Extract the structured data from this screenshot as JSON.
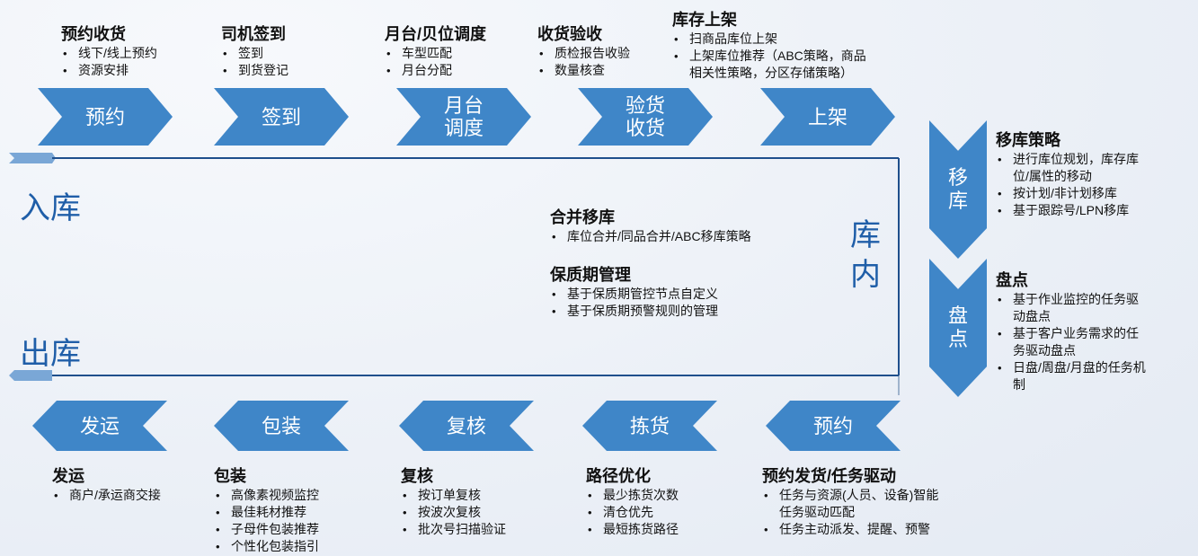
{
  "inbound": {
    "title": "入库",
    "steps": [
      {
        "arrow": "预约",
        "head": "预约收货",
        "items": [
          "线下/线上预约",
          "资源安排"
        ]
      },
      {
        "arrow": "签到",
        "head": "司机签到",
        "items": [
          "签到",
          "到货登记"
        ]
      },
      {
        "arrow": "月台\n调度",
        "head": "月台/贝位调度",
        "items": [
          "车型匹配",
          "月台分配"
        ]
      },
      {
        "arrow": "验货\n收货",
        "head": "收货验收",
        "items": [
          "质检报告收验",
          "数量核查"
        ]
      },
      {
        "arrow": "上架",
        "head": "库存上架",
        "items": [
          "扫商品库位上架",
          "上架库位推荐（ABC策略，商品\n相关性策略，分区存储策略）"
        ]
      }
    ]
  },
  "warehouse": {
    "label": "库\n内",
    "merge": {
      "head": "合并移库",
      "items": [
        "库位合并/同品合并/ABC移库策略"
      ]
    },
    "shelf_life": {
      "head": "保质期管理",
      "items": [
        "基于保质期管控节点自定义",
        "基于保质期预警规则的管理"
      ]
    }
  },
  "side": {
    "move": {
      "arrow": "移\n库",
      "head": "移库策略",
      "items": [
        "进行库位规划，库存库\n位/属性的移动",
        "按计划/非计划移库",
        "基于跟踪号/LPN移库"
      ]
    },
    "count": {
      "arrow": "盘\n点",
      "head": "盘点",
      "items": [
        "基于作业监控的任务驱\n动盘点",
        "基于客户业务需求的任\n务驱动盘点",
        "日盘/周盘/月盘的任务机\n制"
      ]
    }
  },
  "outbound": {
    "title": "出库",
    "steps": [
      {
        "arrow": "发运",
        "head": "发运",
        "items": [
          "商户/承运商交接"
        ]
      },
      {
        "arrow": "包装",
        "head": "包装",
        "items": [
          "高像素视频监控",
          "最佳耗材推荐",
          "子母件包装推荐",
          "个性化包装指引"
        ]
      },
      {
        "arrow": "复核",
        "head": "复核",
        "items": [
          "按订单复核",
          "按波次复核",
          "批次号扫描验证"
        ]
      },
      {
        "arrow": "拣货",
        "head": "路径优化",
        "items": [
          "最少拣货次数",
          "清仓优先",
          "最短拣货路径"
        ]
      },
      {
        "arrow": "预约",
        "head": "预约发货/任务驱动",
        "items": [
          "任务与资源(人员、设备)智能\n任务驱动匹配",
          "任务主动派发、提醒、预警"
        ]
      }
    ]
  },
  "colors": {
    "arrow": "#3f86c8",
    "line": "#1f4f8c",
    "title": "#1f5ea8"
  }
}
